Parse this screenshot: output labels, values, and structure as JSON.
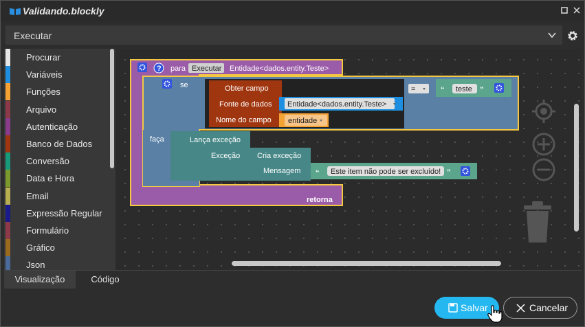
{
  "window": {
    "title": "Validando.blockly"
  },
  "selector": {
    "value": "Executar"
  },
  "categories": [
    {
      "label": "Procurar",
      "color": "#e6e6e6"
    },
    {
      "label": "Variáveis",
      "color": "#1e8fe0"
    },
    {
      "label": "Funções",
      "color": "#f5a235"
    },
    {
      "label": "Arquivo",
      "color": "#8c3a47"
    },
    {
      "label": "Autenticação",
      "color": "#8a3b8c"
    },
    {
      "label": "Banco de Dados",
      "color": "#a0360f"
    },
    {
      "label": "Conversão",
      "color": "#169a7a"
    },
    {
      "label": "Data e Hora",
      "color": "#7b9a2e"
    },
    {
      "label": "Email",
      "color": "#b8b050"
    },
    {
      "label": "Expressão Regular",
      "color": "#1a1a8c"
    },
    {
      "label": "Formulário",
      "color": "#8c3a47"
    },
    {
      "label": "Gráfico",
      "color": "#9a6a1e"
    },
    {
      "label": "Json",
      "color": "#4a6b9a"
    }
  ],
  "blocks": {
    "function": {
      "keyword": "para",
      "name": "Executar",
      "signature": "Entidade<dados.entity.Teste>",
      "return_label": "retorna"
    },
    "if": {
      "keyword": "se",
      "do_label": "faça"
    },
    "get_field": {
      "label": "Obter campo",
      "source_label": "Fonte de dados",
      "source_value": "Entidade<dados.entity.Teste>",
      "field_label": "Nome do campo",
      "field_value": "entidade"
    },
    "compare": {
      "operator": "=",
      "text_value": "teste"
    },
    "throw": {
      "label": "Lança exceção",
      "exception_label": "Exceção",
      "create_label": "Cria exceção",
      "message_label": "Mensagem",
      "message_value": "Este item não pode ser excluído!"
    }
  },
  "tabs": [
    {
      "label": "Visualização",
      "active": true
    },
    {
      "label": "Código",
      "active": false
    }
  ],
  "buttons": {
    "save": "Salvar",
    "cancel": "Cancelar"
  },
  "colors": {
    "function_block": "#9a5ba8",
    "if_block": "#5b80a5",
    "database_block": "#a0360f",
    "text_block": "#5ba58c",
    "exception_block": "#478787",
    "accent": "#25b8f0",
    "selection": "#f5c842"
  }
}
